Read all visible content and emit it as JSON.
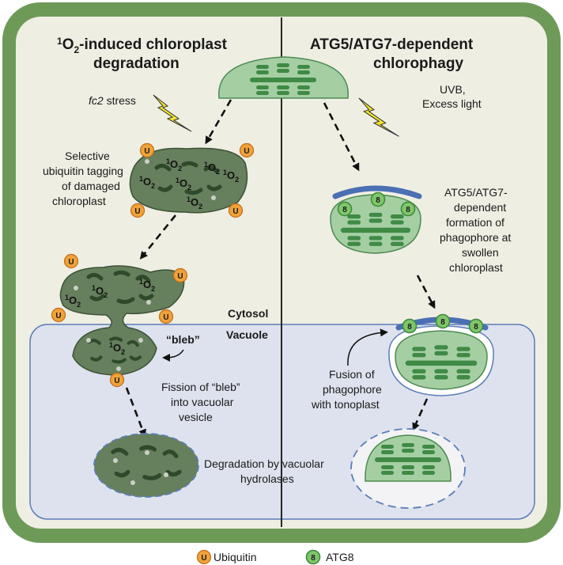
{
  "left_panel": {
    "title_line1_prefix": "1",
    "title_line1_o": "O",
    "title_line1_sub": "2",
    "title_line1_rest": "-induced chloroplast",
    "title_line2": "degradation",
    "stress_italic": "fc2",
    "stress_rest": " stress",
    "tagging_lines": [
      "Selective",
      "ubiquitin tagging",
      "of damaged",
      "chloroplast"
    ],
    "bleb_label": "“bleb”",
    "fission_lines": [
      "Fission of “bleb”",
      "into vacuolar",
      "vesicle"
    ],
    "degradation_lines": [
      "Degradation by vacuolar",
      "hydrolases"
    ]
  },
  "right_panel": {
    "title_line1": "ATG5/ATG7-dependent",
    "title_line2": "chlorophagy",
    "stress_lines": [
      "UVB,",
      "Excess light"
    ],
    "phagophore_lines": [
      "ATG5/ATG7-",
      "dependent",
      "formation of",
      "phagophore at",
      "swollen",
      "chloroplast"
    ],
    "fusion_lines": [
      "Fusion of",
      "phagophore",
      "with tonoplast"
    ]
  },
  "compartments": {
    "cytosol": "Cytosol",
    "vacuole": "Vacuole"
  },
  "singlet_oxygen": {
    "main": "O",
    "sup": "1",
    "sub": "2"
  },
  "markers": {
    "ubiquitin_symbol": "U",
    "atg8_symbol": "8"
  },
  "legend": {
    "ubiquitin_label": "Ubiquitin",
    "atg8_label": "ATG8"
  },
  "colors": {
    "cell_wall": "#6e9a58",
    "cytosol": "#efeee3",
    "vacuole": "#dde2ee",
    "healthy_chloroplast": "#a5cfa3",
    "damaged_chloroplast": "#667f5d",
    "thylakoid": "#3f8a45",
    "ubiquitin": "#f0a23a",
    "atg8": "#7fc66b",
    "phagophore": "#4a6fb3",
    "lightning": "#f5e529"
  }
}
